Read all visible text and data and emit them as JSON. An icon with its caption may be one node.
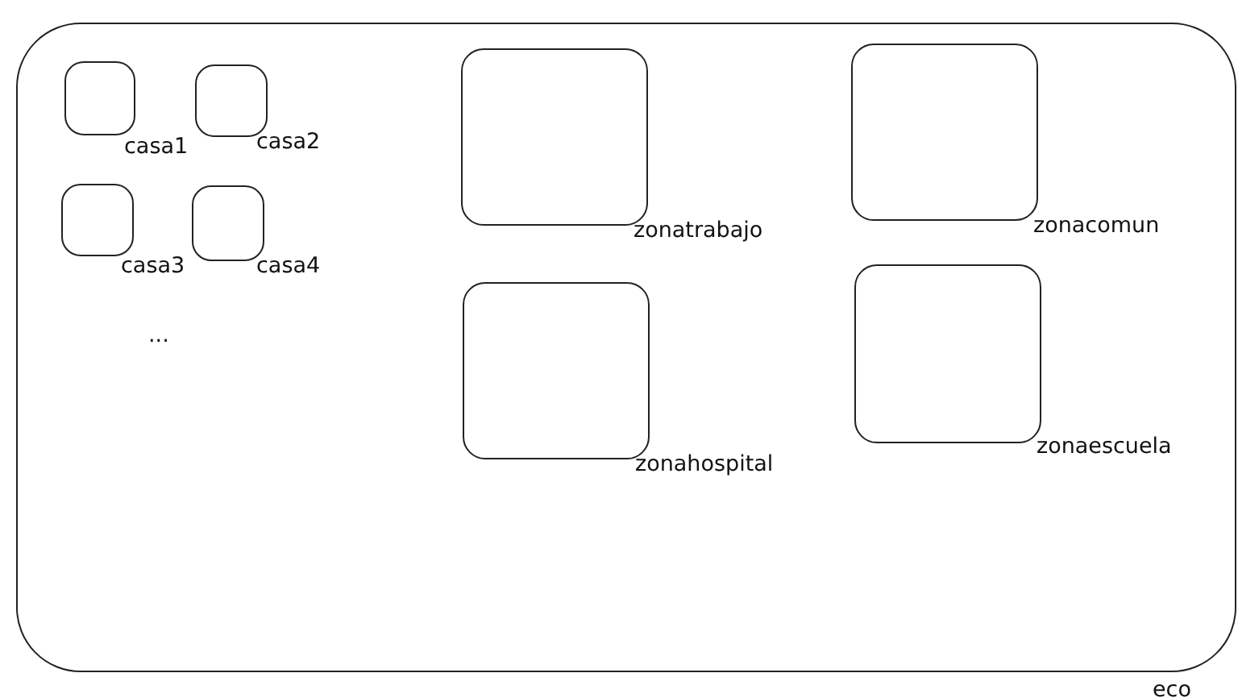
{
  "diagram": {
    "nodes": [
      {
        "text": [
          "eco"
        ]
      },
      {
        "text": [
          "casa1"
        ],
        "in": 0
      },
      {
        "text": [
          "casa2"
        ],
        "in": 0
      },
      {
        "text": [
          "casa3"
        ],
        "in": 0
      },
      {
        "text": [
          "casa4"
        ],
        "in": 0
      },
      {
        "text": [
          "zonatrabajo"
        ],
        "in": 0
      },
      {
        "text": [
          "zonacomun"
        ],
        "in": 0
      },
      {
        "text": [
          "zonahospital"
        ],
        "in": 0
      },
      {
        "text": [
          "zonaescuela"
        ],
        "in": 0
      }
    ],
    "labels": [
      "..."
    ]
  }
}
